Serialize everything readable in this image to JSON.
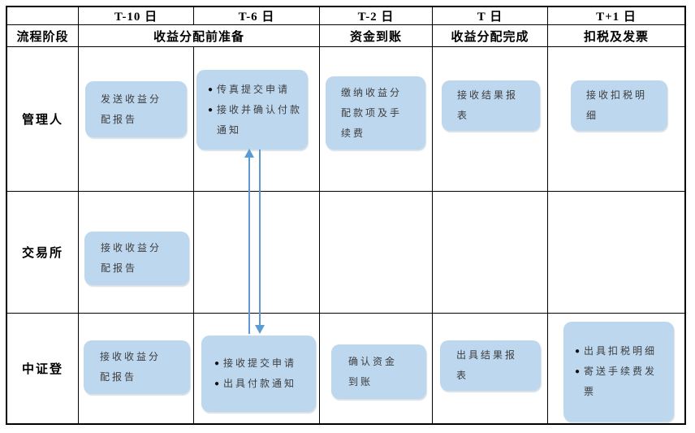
{
  "colors": {
    "box_fill": "#BDD7EE",
    "arrow": "#5B9BD5",
    "grid_border": "#000000"
  },
  "bullet_char": "●",
  "header": {
    "day_cols": [
      "T-10 日",
      "T-6 日",
      "T-2 日",
      "T 日",
      "T+1 日"
    ],
    "stage_label": "流程阶段",
    "stages": [
      "收益分配前准备",
      "资金到账",
      "收益分配完成",
      "扣税及发票"
    ]
  },
  "rows": {
    "manager": {
      "label": "管理人",
      "t10": "发送收益分配报告",
      "t6": [
        "传真提交申请",
        "接收并确认付款通知"
      ],
      "t2": "缴纳收益分配款项及手续费",
      "t0": "接收结果报表",
      "t1": "接收扣税明细"
    },
    "exchange": {
      "label": "交易所",
      "t10": "接收收益分配报告"
    },
    "csdc": {
      "label": "中证登",
      "t10": "接收收益分配报告",
      "t6": [
        "接收提交申请",
        "出具付款通知"
      ],
      "t2": "确认资金到账",
      "t0": "出具结果报表",
      "t1": [
        "出具扣税明细",
        "寄送手续费发票"
      ]
    }
  }
}
